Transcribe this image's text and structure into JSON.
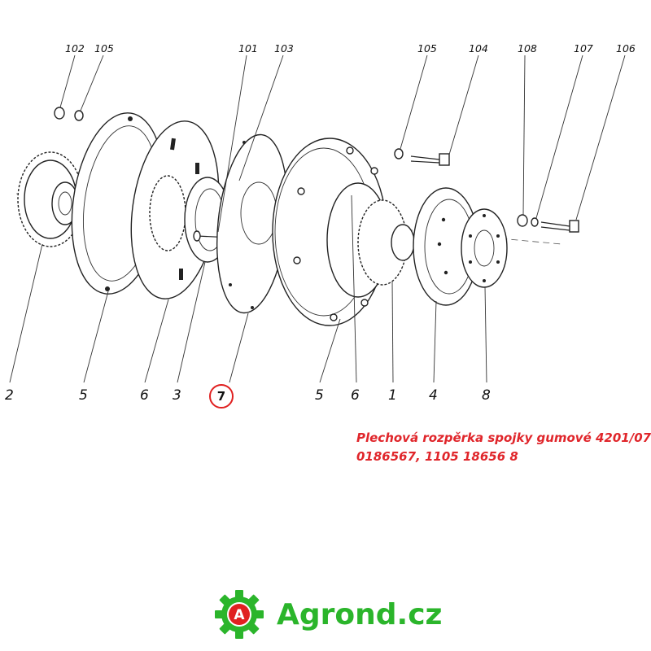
{
  "diagram": {
    "top_labels": [
      "102",
      "105",
      "101",
      "103",
      "105",
      "104",
      "108",
      "107",
      "106"
    ],
    "bottom_labels": [
      "2",
      "5",
      "6",
      "3",
      "5",
      "6",
      "1",
      "4",
      "8"
    ],
    "highlight_label": "7"
  },
  "caption": {
    "line1": "Plechová rozpěrka spojky gumové 4201/07",
    "line2": "0186567, 1105 18656 8"
  },
  "logo": {
    "icon_letter": "A",
    "text": "Agrond.cz"
  },
  "colors": {
    "caption": "#e0262b",
    "logo_green": "#2bb52b",
    "logo_red": "#e02020",
    "highlight": "#e02020"
  }
}
